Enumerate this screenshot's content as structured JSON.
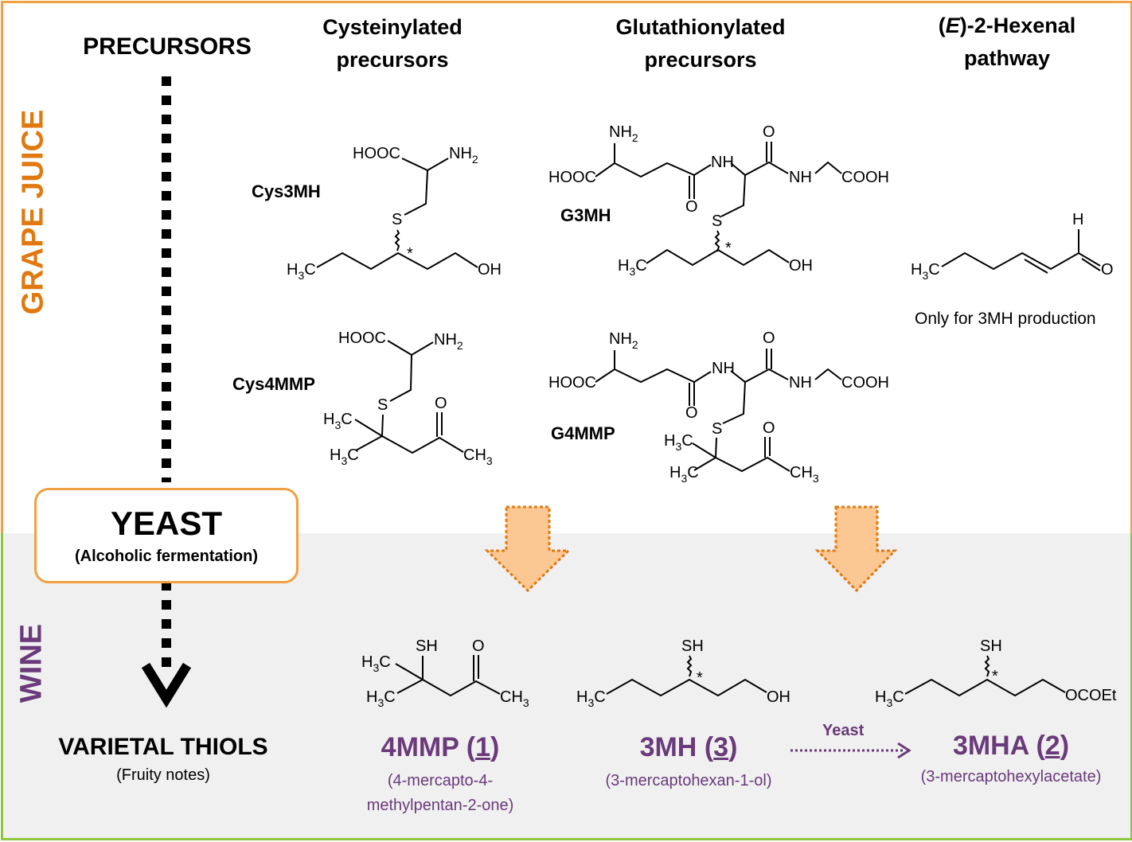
{
  "panels": {
    "juice_label": "GRAPE JUICE",
    "wine_label": "WINE",
    "juice_border_color": "#f0a040",
    "wine_border_color": "#8cc63f",
    "accent_purple": "#6a3a7a"
  },
  "headers": {
    "precursors": "PRECURSORS",
    "cysteinylated_line1": "Cysteinylated",
    "cysteinylated_line2": "precursors",
    "glutathionylated_line1": "Glutathionylated",
    "glutathionylated_line2": "precursors",
    "hexenal_e": "E",
    "hexenal_rest": "-2-Hexenal",
    "hexenal_line2": "pathway"
  },
  "molecules": {
    "cys3mh": "Cys3MH",
    "cys4mmp": "Cys4MMP",
    "g3mh": "G3MH",
    "g4mmp": "G4MMP",
    "hexenal_note": "Only for 3MH production"
  },
  "atoms": {
    "hooc": "HOOC",
    "cooh": "COOH",
    "nh": "NH",
    "nh2": "NH",
    "s": "S",
    "o": "O",
    "oh": "OH",
    "sh": "SH",
    "h": "H",
    "h3c": "H",
    "ch3": "CH",
    "ocoet": "OCOEt",
    "star": "*",
    "sub2": "2",
    "sub3": "3"
  },
  "yeast": {
    "title": "YEAST",
    "subtitle": "(Alcoholic fermentation)"
  },
  "thiols": {
    "title": "VARIETAL THIOLS",
    "subtitle": "(Fruity notes)"
  },
  "products": [
    {
      "abbr": "4MMP",
      "number": "1",
      "line1": "(4-mercapto-4-",
      "line2": "methylpentan-2-one)"
    },
    {
      "abbr": "3MH",
      "number": "3",
      "line1": "(3-mercaptohexan-1-ol)",
      "line2": ""
    },
    {
      "abbr": "3MHA",
      "number": "2",
      "line1": "(3-mercaptohexylacetate)",
      "line2": ""
    }
  ],
  "conversion_label": "Yeast"
}
